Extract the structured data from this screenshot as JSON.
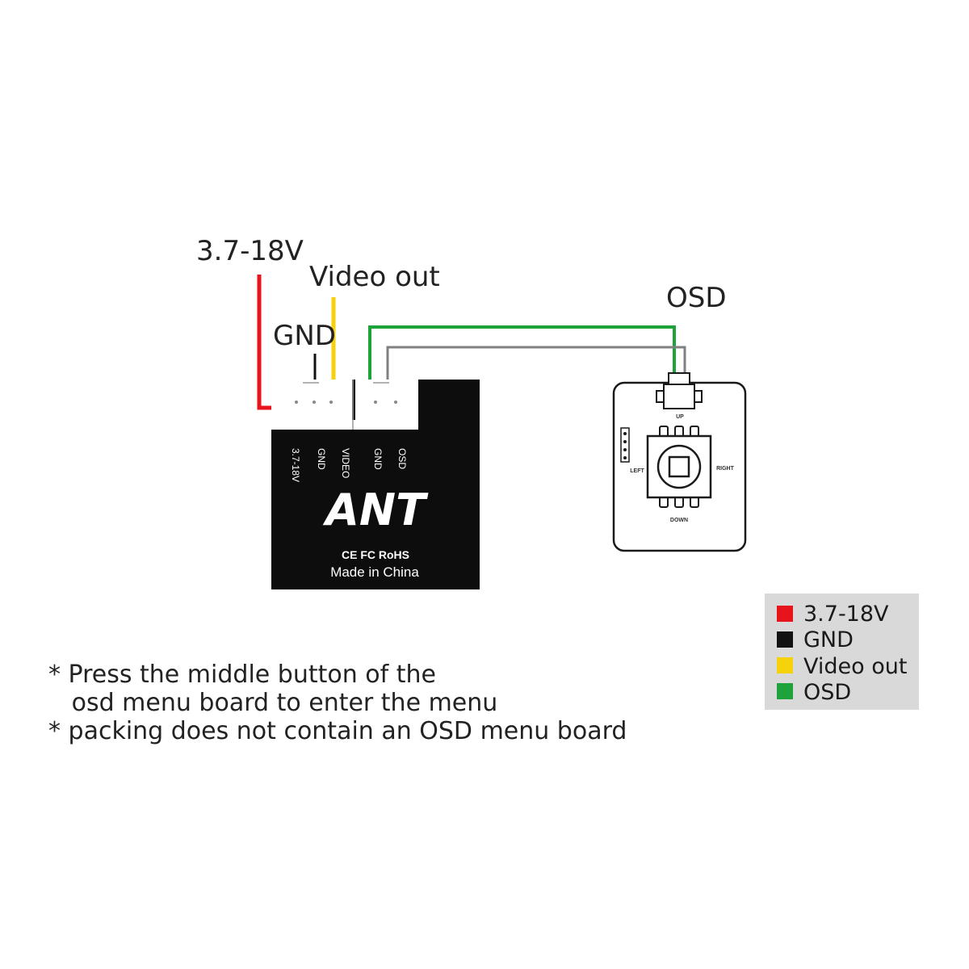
{
  "colors": {
    "power": "#e8141b",
    "ground": "#111111",
    "video": "#f5d20a",
    "osd": "#1ea33a",
    "osd_ground": "#808080",
    "module": "#0d0d0d",
    "connector": "#ffffff",
    "legend_bg": "#d9d9d9"
  },
  "wire_labels": {
    "power": "3.7-18V",
    "video": "Video out",
    "gnd": "GND",
    "osd": "OSD"
  },
  "module": {
    "pins": [
      "3.7-18V",
      "GND",
      "VIDEO",
      "GND",
      "OSD"
    ],
    "brand": "ANT",
    "certifications": "CE FC RoHS",
    "made_in": "Made in China"
  },
  "osd_board": {
    "up": "UP",
    "left": "LEFT",
    "right": "RIGHT",
    "down": "DOWN"
  },
  "legend": [
    {
      "label": "3.7-18V",
      "color": "#e8141b"
    },
    {
      "label": "GND",
      "color": "#111111"
    },
    {
      "label": "Video out",
      "color": "#f5d20a"
    },
    {
      "label": "OSD",
      "color": "#1ea33a"
    }
  ],
  "notes": [
    "* Press the middle button of the\n   osd menu board to enter the menu",
    "* packing does not contain an OSD menu board"
  ]
}
